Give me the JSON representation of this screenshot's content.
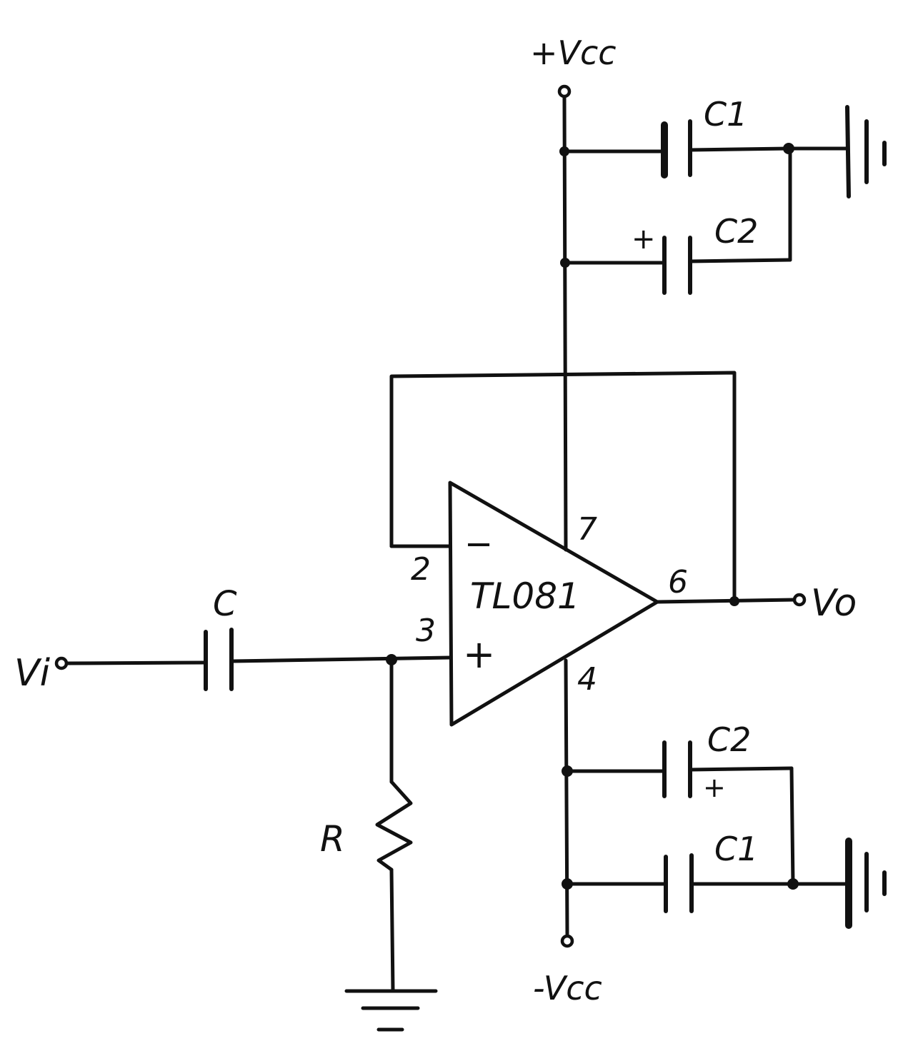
{
  "diagram": {
    "supply_positive": "+Vcc",
    "supply_negative": "-Vcc",
    "opamp": {
      "name": "TL081",
      "pin_inverting": "2",
      "pin_noninverting": "3",
      "pin_vpos": "7",
      "pin_vneg": "4",
      "pin_output": "6",
      "sign_inverting": "−",
      "sign_noninverting": "+"
    },
    "input_label": "Vi",
    "output_label": "Vo",
    "input_capacitor": "C",
    "resistor": "R",
    "top_decoupling": {
      "cap1": "C1",
      "cap2": "C2",
      "cap2_polarity": "+"
    },
    "bottom_decoupling": {
      "cap2": "C2",
      "cap2_polarity": "+",
      "cap1": "C1"
    }
  }
}
